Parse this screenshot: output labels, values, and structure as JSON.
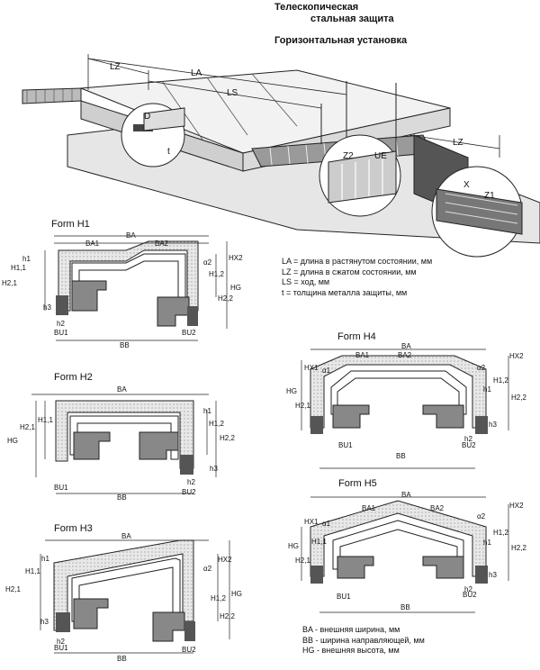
{
  "header": {
    "title_line1": "Телескопическая",
    "title_line2": "стальная защита",
    "subtitle": "Горизонтальная установка"
  },
  "top_labels": {
    "lz_left": "LZ",
    "la": "LA",
    "ls": "LS",
    "d": "D",
    "t": "t",
    "lz_right": "LZ",
    "z2": "Z2",
    "ue": "UE",
    "x": "X",
    "z1": "Z1"
  },
  "legend_top": [
    "LA = длина в растянутом состоянии, мм",
    "LZ = длина в сжатом состоянии, мм",
    "LS = ход, мм",
    "t = толщина металла защиты, мм"
  ],
  "forms": {
    "h1": {
      "title": "Form H1",
      "labels": [
        "BA",
        "BA1",
        "BA2",
        "BB",
        "BU1",
        "BU2",
        "H1,1",
        "H2,1",
        "h1",
        "h2",
        "h3",
        "HX2",
        "H1,2",
        "H2,2",
        "HG",
        "α2"
      ]
    },
    "h2": {
      "title": "Form H2",
      "labels": [
        "BA",
        "BB",
        "BU1",
        "BU2",
        "H1,1",
        "H2,1",
        "HG",
        "h1",
        "h2",
        "h3",
        "H1,2",
        "H2,2"
      ]
    },
    "h3": {
      "title": "Form H3",
      "labels": [
        "BA",
        "BB",
        "BU1",
        "BU2",
        "H1,1",
        "H2,1",
        "h1",
        "h2",
        "h3",
        "α2",
        "HX2",
        "H1,2",
        "H2,2",
        "HG"
      ]
    },
    "h4": {
      "title": "Form H4",
      "labels": [
        "BA",
        "BA1",
        "BA2",
        "BB",
        "BU1",
        "BU2",
        "HX1",
        "α1",
        "HG",
        "H2,1",
        "α2",
        "HX2",
        "h1",
        "H1,2",
        "H2,2",
        "h2",
        "h3"
      ]
    },
    "h5": {
      "title": "Form H5",
      "labels": [
        "BA",
        "BA1",
        "BA2",
        "BB",
        "BU1",
        "BU2",
        "HX1",
        "α1",
        "HG",
        "H1,1",
        "H2,1",
        "α2",
        "HX2",
        "h1",
        "H1,2",
        "H2,2",
        "h2",
        "h3"
      ]
    }
  },
  "legend_bottom": [
    "BA - внешняя ширина, мм",
    "BB - ширина направляющей, мм",
    "HG - внешняя высота, мм"
  ]
}
